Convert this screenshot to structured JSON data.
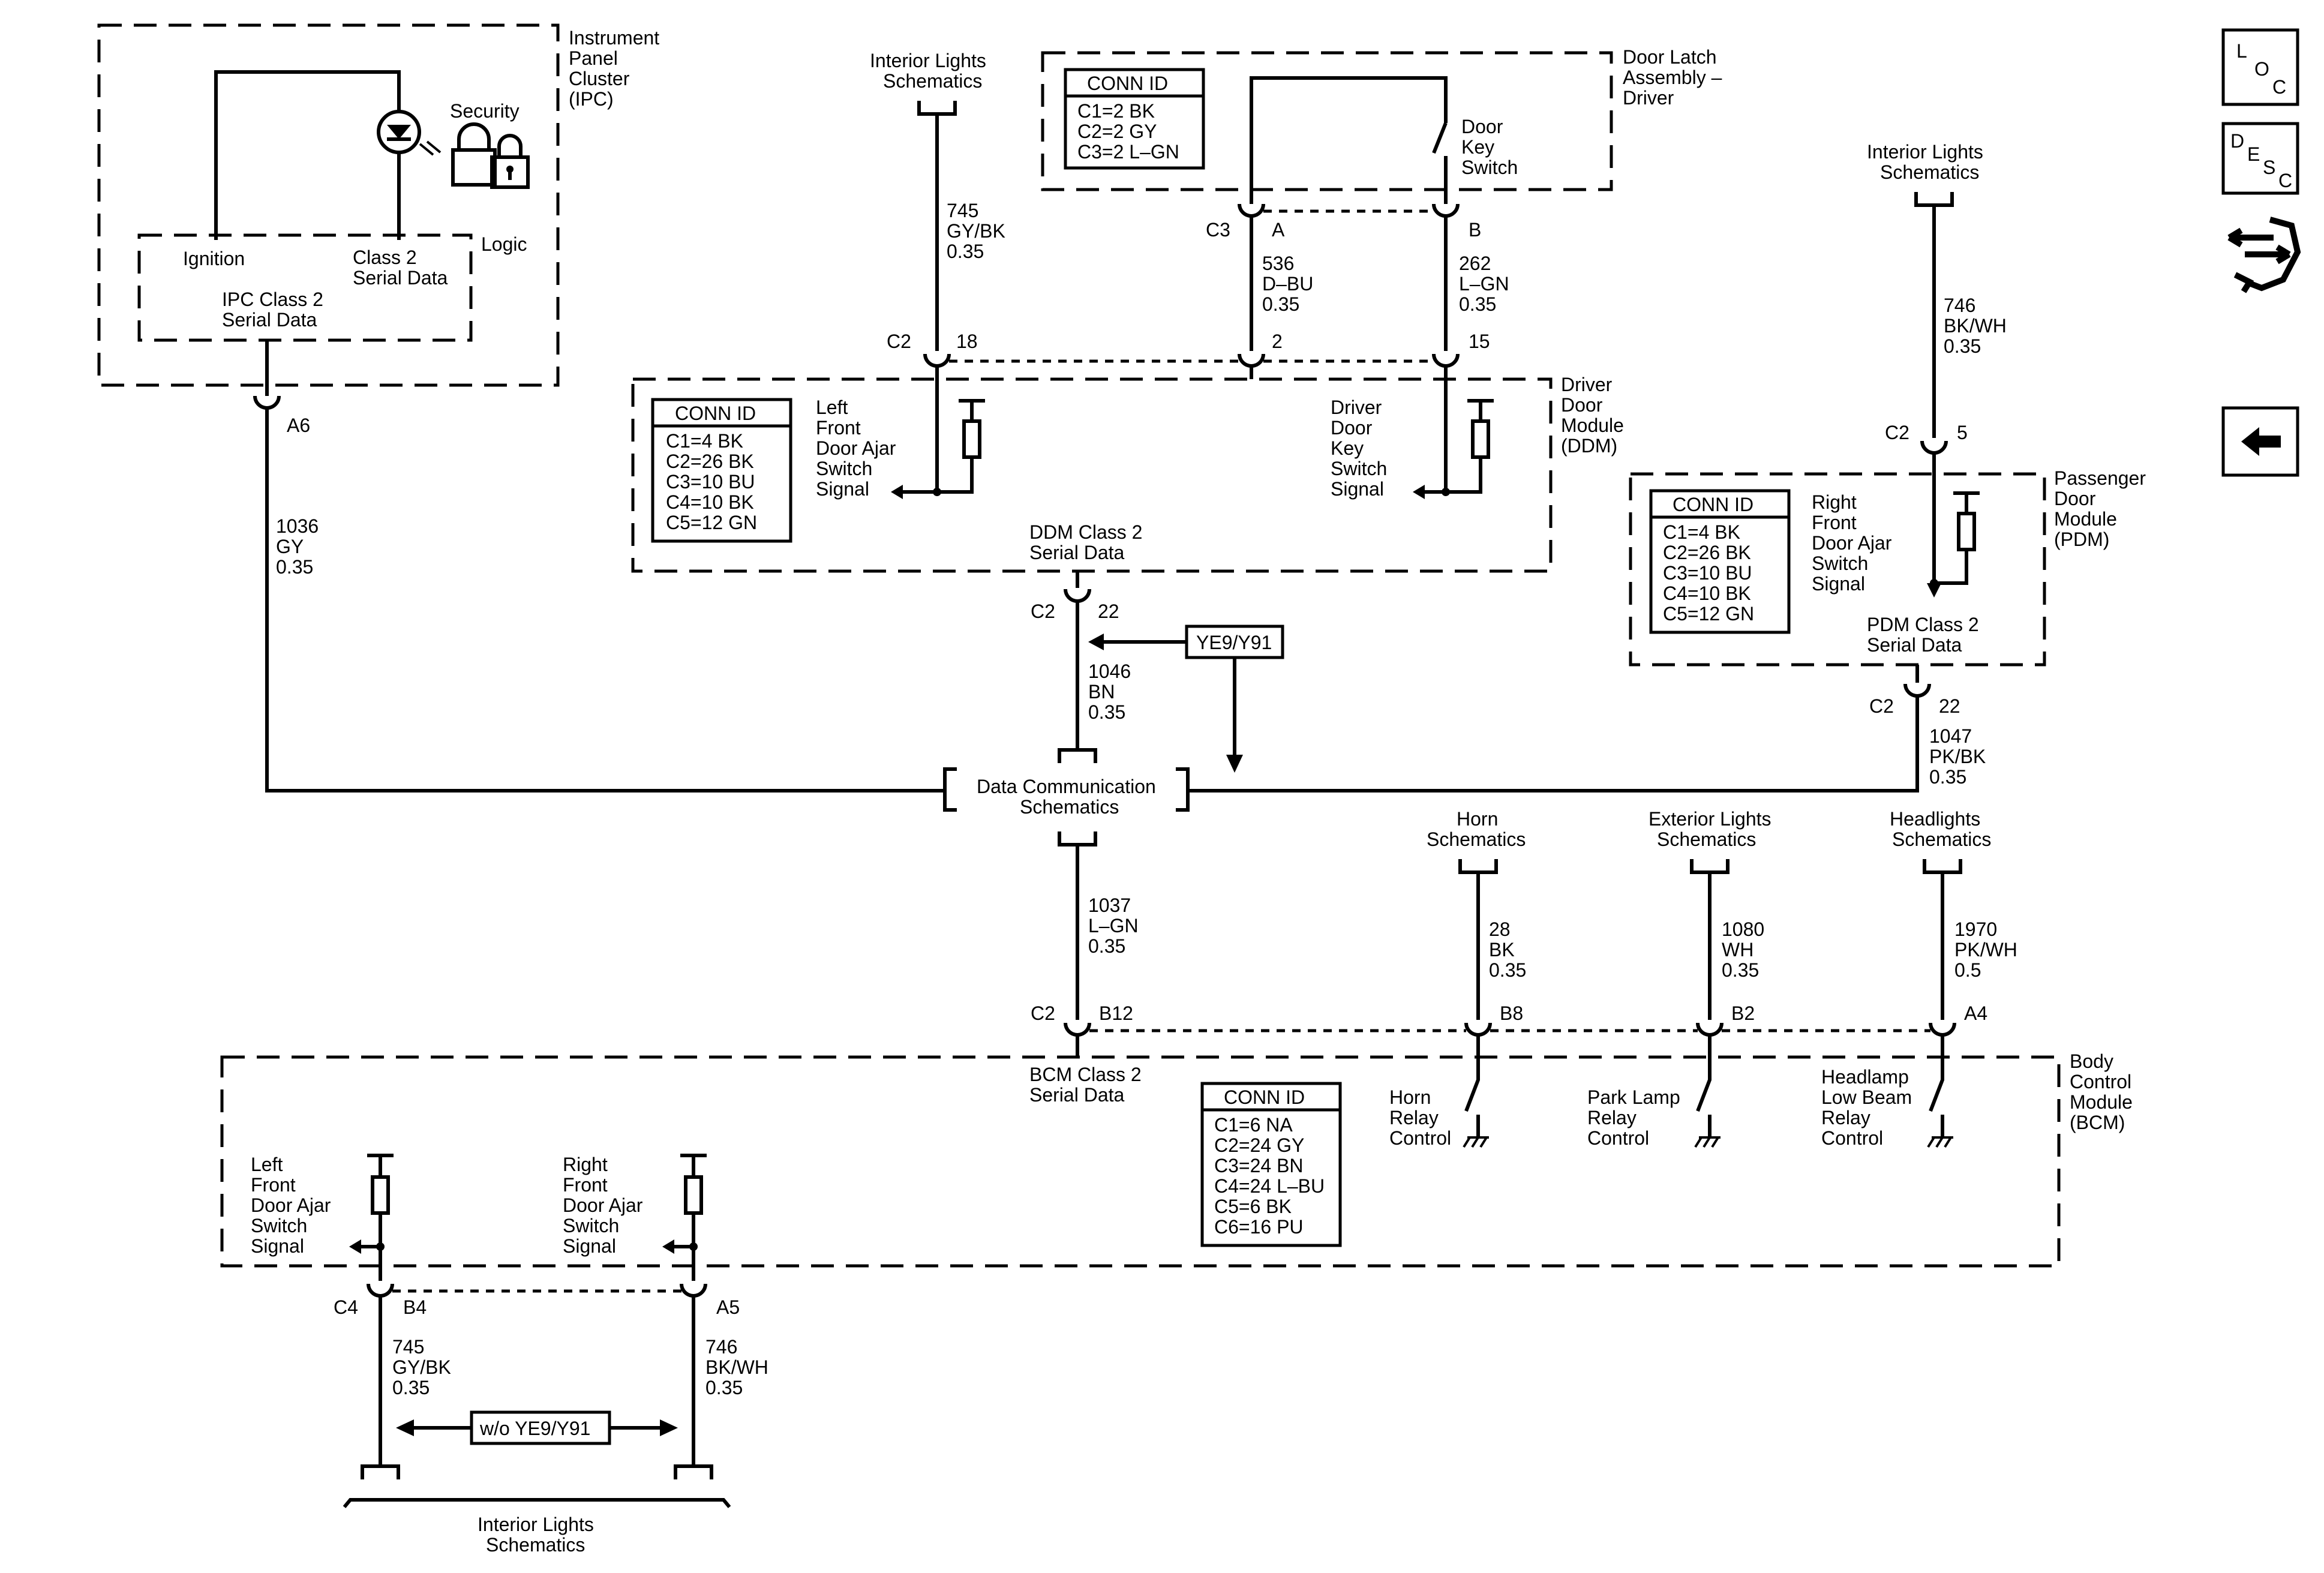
{
  "modules": {
    "ipc": [
      "Instrument",
      "Panel",
      "Cluster",
      "(IPC)"
    ],
    "door_latch": [
      "Door Latch",
      "Assembly –",
      "Driver"
    ],
    "ddm": [
      "Driver",
      "Door",
      "Module",
      "(DDM)"
    ],
    "pdm": [
      "Passenger",
      "Door",
      "Module",
      "(PDM)"
    ],
    "bcm": [
      "Body",
      "Control",
      "Module",
      "(BCM)"
    ]
  },
  "ipc": {
    "security": "Security",
    "logic": "Logic",
    "ignition": "Ignition",
    "class2": [
      "Class 2",
      "Serial Data"
    ],
    "ipc_serial": [
      "IPC Class 2",
      "Serial Data"
    ]
  },
  "door_latch": {
    "conn_title": "CONN ID",
    "conn_rows": [
      "C1=2 BK",
      "C2=2 GY",
      "C3=2 L–GN"
    ],
    "switch": [
      "Door",
      "Key",
      "Switch"
    ],
    "c3": "C3",
    "pin_a": "A",
    "pin_b": "B"
  },
  "ddm": {
    "conn_title": "CONN ID",
    "conn_rows": [
      "C1=4 BK",
      "C2=26 BK",
      "C3=10 BU",
      "C4=10 BK",
      "C5=12 GN"
    ],
    "left_signal": [
      "Left",
      "Front",
      "Door Ajar",
      "Switch",
      "Signal"
    ],
    "key_signal": [
      "Driver",
      "Door",
      "Key",
      "Switch",
      "Signal"
    ],
    "serial": [
      "DDM Class 2",
      "Serial Data"
    ],
    "c2_top": "C2",
    "pin_18": "18",
    "pin_2": "2",
    "pin_15": "15",
    "c2_bottom": "C2",
    "pin_22": "22"
  },
  "pdm": {
    "conn_title": "CONN ID",
    "conn_rows": [
      "C1=4 BK",
      "C2=26 BK",
      "C3=10 BU",
      "C4=10 BK",
      "C5=12 GN"
    ],
    "signal": [
      "Right",
      "Front",
      "Door Ajar",
      "Switch",
      "Signal"
    ],
    "serial": [
      "PDM Class 2",
      "Serial Data"
    ],
    "c2_top": "C2",
    "pin_5": "5",
    "c2_bottom": "C2",
    "pin_22": "22"
  },
  "bcm": {
    "conn_title": "CONN ID",
    "conn_rows": [
      "C1=6 NA",
      "C2=24 GY",
      "C3=24 BN",
      "C4=24 L–BU",
      "C5=6 BK",
      "C6=16 PU"
    ],
    "serial": [
      "BCM Class 2",
      "Serial Data"
    ],
    "horn_relay": [
      "Horn",
      "Relay",
      "Control"
    ],
    "park_relay": [
      "Park Lamp",
      "Relay",
      "Control"
    ],
    "headlamp_relay": [
      "Headlamp",
      "Low Beam",
      "Relay",
      "Control"
    ],
    "left_signal": [
      "Left",
      "Front",
      "Door Ajar",
      "Switch",
      "Signal"
    ],
    "right_signal": [
      "Right",
      "Front",
      "Door Ajar",
      "Switch",
      "Signal"
    ],
    "c2": "C2",
    "pin_b12": "B12",
    "pin_b8": "B8",
    "pin_b2": "B2",
    "pin_a4": "A4",
    "c4": "C4",
    "pin_b4": "B4",
    "pin_a5": "A5"
  },
  "refs": {
    "interior_top": [
      "Interior Lights",
      "Schematics"
    ],
    "interior_right": [
      "Interior Lights",
      "Schematics"
    ],
    "interior_bottom": [
      "Interior Lights",
      "Schematics"
    ],
    "data_comm": [
      "Data Communication",
      "Schematics"
    ],
    "horn": [
      "Horn",
      "Schematics"
    ],
    "exterior": [
      "Exterior Lights",
      "Schematics"
    ],
    "headlights": [
      "Headlights",
      "Schematics"
    ]
  },
  "wires": {
    "w1036": [
      "1036",
      "GY",
      "0.35"
    ],
    "w745_top": [
      "745",
      "GY/BK",
      "0.35"
    ],
    "w536": [
      "536",
      "D–BU",
      "0.35"
    ],
    "w262": [
      "262",
      "L–GN",
      "0.35"
    ],
    "w746_top": [
      "746",
      "BK/WH",
      "0.35"
    ],
    "w1046": [
      "1046",
      "BN",
      "0.35"
    ],
    "w1047": [
      "1047",
      "PK/BK",
      "0.35"
    ],
    "w1037": [
      "1037",
      "L–GN",
      "0.35"
    ],
    "w28": [
      "28",
      "BK",
      "0.35"
    ],
    "w1080": [
      "1080",
      "WH",
      "0.35"
    ],
    "w1970": [
      "1970",
      "PK/WH",
      "0.5"
    ],
    "w745_bot": [
      "745",
      "GY/BK",
      "0.35"
    ],
    "w746_bot": [
      "746",
      "BK/WH",
      "0.35"
    ]
  },
  "connectors": {
    "a6": "A6"
  },
  "options": {
    "ye9": "YE9/Y91",
    "wo_ye9": "w/o YE9/Y91"
  },
  "nav": {
    "loc": [
      "L",
      "O",
      "C"
    ],
    "desc": [
      "D",
      "E",
      "S",
      "C"
    ],
    "loc_icon": "loc-button",
    "desc_icon": "desc-button",
    "connector_icon": "connector-icon",
    "back_icon": "back-arrow-icon"
  }
}
